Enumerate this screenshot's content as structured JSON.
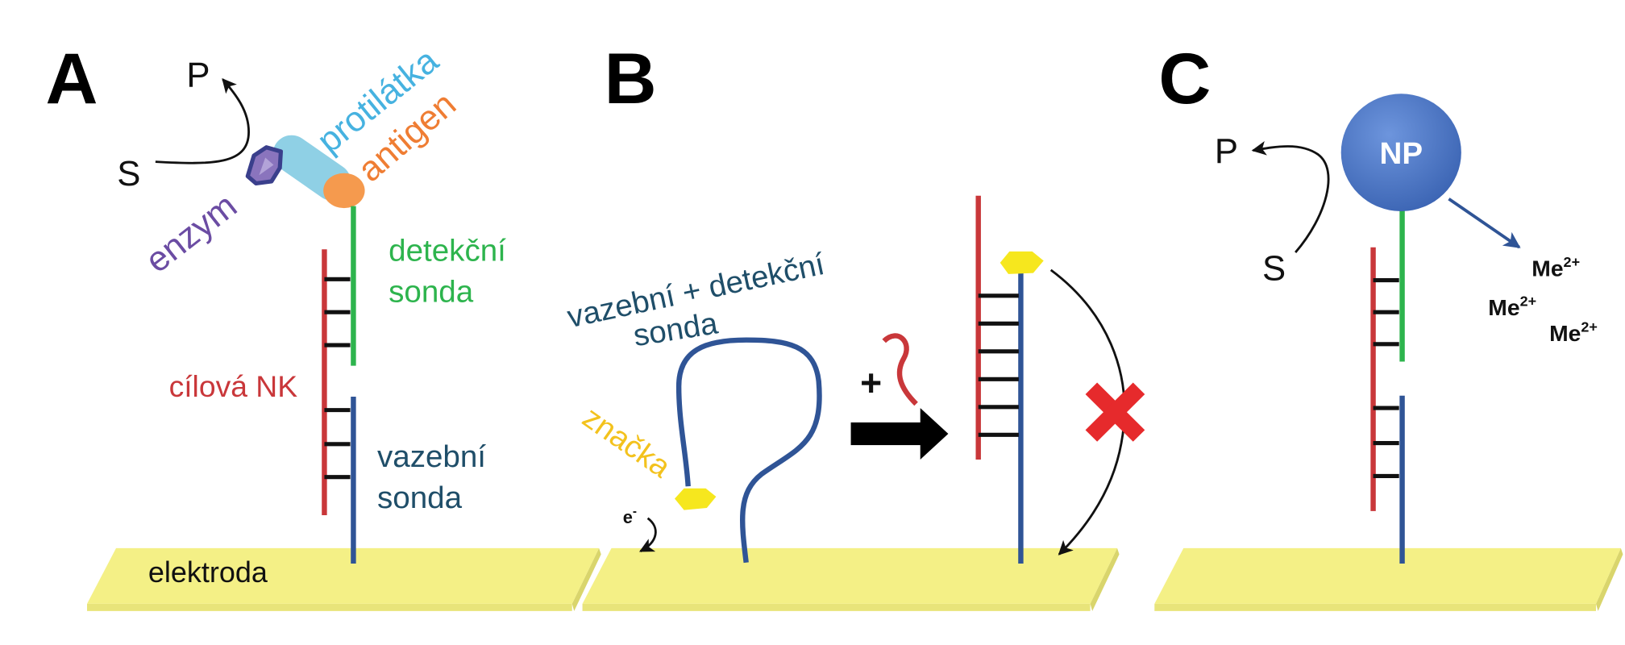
{
  "panels": {
    "a": {
      "label": "A",
      "product": "P",
      "substrate": "S",
      "antibody": "protilátka",
      "antigen": "antigen",
      "enzyme": "enzym",
      "detection_probe": [
        "detekční",
        "sonda"
      ],
      "target": "cílová NK",
      "capture_probe": [
        "vazební",
        "sonda"
      ],
      "electrode": "elektroda"
    },
    "b": {
      "label": "B",
      "probe": [
        "vazební + detekční",
        "sonda"
      ],
      "tag": "značka",
      "electron": {
        "symbol": "e",
        "charge": "-"
      },
      "plus": "+"
    },
    "c": {
      "label": "C",
      "product": "P",
      "substrate": "S",
      "nanoparticle": "NP",
      "ions": [
        {
          "symbol": "Me",
          "charge": "2+"
        },
        {
          "symbol": "Me",
          "charge": "2+"
        },
        {
          "symbol": "Me",
          "charge": "2+"
        }
      ]
    }
  },
  "colors": {
    "target": "#c9373a",
    "detection": "#2db44d",
    "capture": "#2f5496",
    "capture_label": "#1f4e69",
    "antibody": "#46b2e0",
    "antigen": "#ef7d33",
    "enzyme": "#6b4ca3",
    "tag": "#f6e71e",
    "tag_label": "#f3c21d",
    "electrode": "#f4f086",
    "blocked": "#e62a2c"
  }
}
